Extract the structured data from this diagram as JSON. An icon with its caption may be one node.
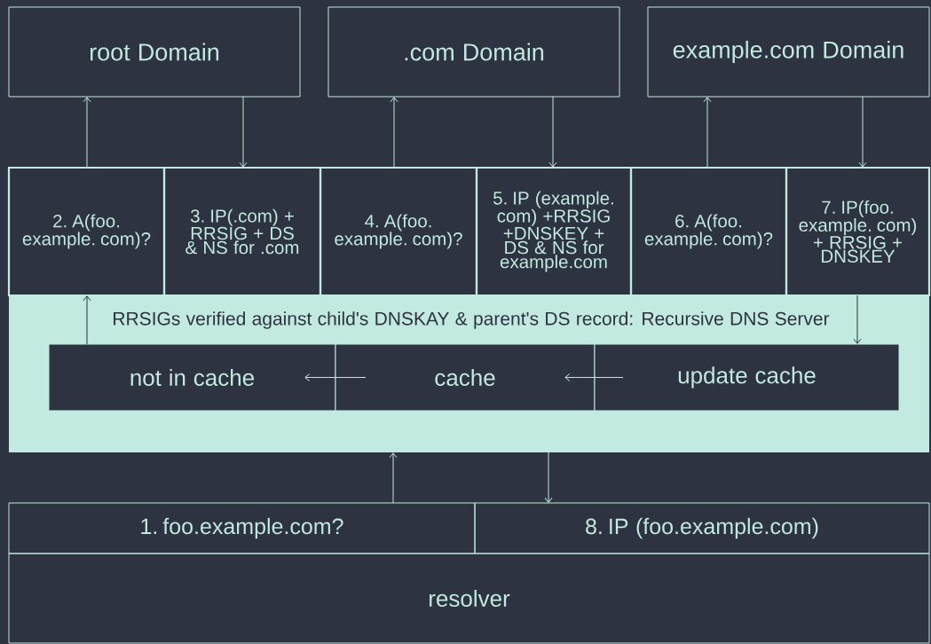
{
  "diagram": {
    "nodes": [
      {
        "text": [
          "root Domain"
        ]
      },
      {
        "text": [
          ".com Domain"
        ]
      },
      {
        "text": [
          "example.com Domain"
        ]
      },
      {
        "text": [
          "2. A(foo. example. com)?"
        ]
      },
      {
        "text": [
          "3. IP(.com) + RRSIG + DS & NS for .com"
        ]
      },
      {
        "text": [
          "4. A(foo. example. com)?"
        ]
      },
      {
        "text": [
          "5. IP (example. com) +RRSIG +DNSKEY + DS & NS for example.com"
        ]
      },
      {
        "text": [
          "6. A(foo. example. com)?"
        ]
      },
      {
        "text": [
          "7. IP(foo. example. com) + RRSIG + DNSKEY"
        ]
      },
      {
        "text": [
          "RRSIGs verified against child's DNSKAY & parent's DS record: Recursive DNS Server"
        ]
      },
      {
        "text": [
          "not in cache"
        ],
        "in": 9
      },
      {
        "text": [
          "cache"
        ],
        "in": 9
      },
      {
        "text": [
          "update cache"
        ],
        "in": 9
      },
      {
        "text": [
          "1. foo.example.com?"
        ]
      },
      {
        "text": [
          "8. IP (foo.example.com)"
        ]
      },
      {
        "text": [
          "resolver"
        ]
      }
    ],
    "edges": [
      {
        "from": 3,
        "to": 0,
        "arrow": "to"
      },
      {
        "from": 0,
        "to": 4,
        "arrow": "to"
      },
      {
        "from": 5,
        "to": 1,
        "arrow": "to"
      },
      {
        "from": 1,
        "to": 6,
        "arrow": "to"
      },
      {
        "from": 7,
        "to": 2,
        "arrow": "to"
      },
      {
        "from": 2,
        "to": 8,
        "arrow": "to"
      },
      {
        "from": 10,
        "to": 3,
        "arrow": "to",
        "color": "#2d3340"
      },
      {
        "from": 8,
        "to": 12,
        "arrow": "to",
        "color": "#2d3340"
      },
      {
        "from": 12,
        "to": 11,
        "arrow": "to"
      },
      {
        "from": 11,
        "to": 10,
        "arrow": "to"
      },
      {
        "from": 13,
        "to": 9,
        "arrow": "to"
      },
      {
        "from": 9,
        "to": 14,
        "arrow": "to"
      }
    ]
  }
}
